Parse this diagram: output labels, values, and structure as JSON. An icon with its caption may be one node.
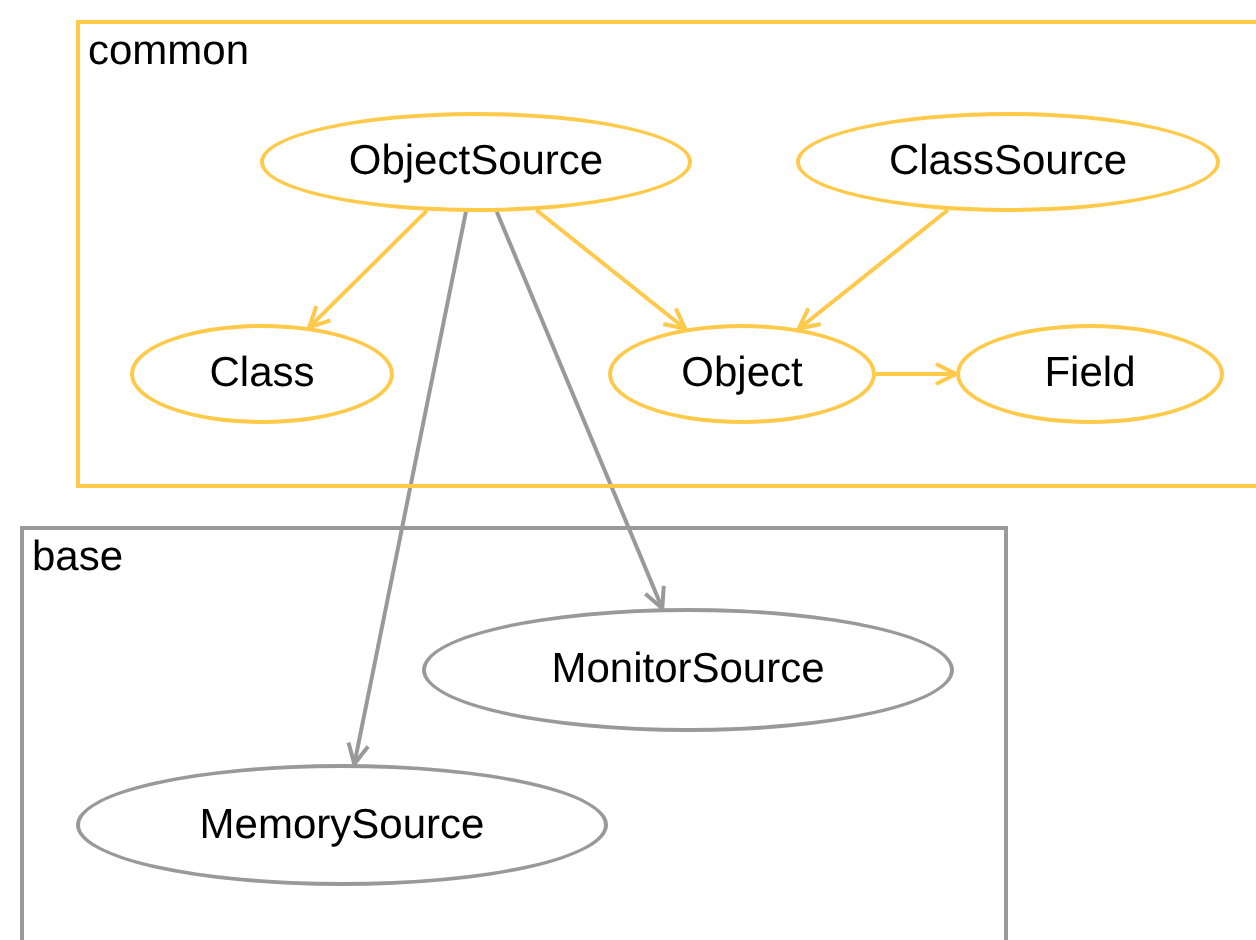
{
  "diagram": {
    "nodes": [
      {
        "text": [
          "common"
        ]
      },
      {
        "text": [
          "ObjectSource"
        ],
        "in": 0
      },
      {
        "text": [
          "ClassSource"
        ],
        "in": 0
      },
      {
        "text": [
          "Class"
        ],
        "in": 0
      },
      {
        "text": [
          "Object"
        ],
        "in": 0
      },
      {
        "text": [
          "Field"
        ],
        "in": 0
      },
      {
        "text": [
          "base"
        ]
      },
      {
        "text": [
          "MonitorSource"
        ],
        "in": 6
      },
      {
        "text": [
          "MemorySource"
        ],
        "in": 6
      }
    ],
    "edges": [
      {
        "from": 1,
        "to": 3,
        "arrow": "to"
      },
      {
        "from": 1,
        "to": 4,
        "arrow": "to"
      },
      {
        "from": 2,
        "to": 4,
        "arrow": "to"
      },
      {
        "from": 4,
        "to": 5,
        "arrow": "to"
      },
      {
        "from": 1,
        "to": 8,
        "arrow": "to",
        "color": "#999999"
      },
      {
        "from": 1,
        "to": 7,
        "arrow": "to",
        "color": "#999999"
      }
    ]
  }
}
